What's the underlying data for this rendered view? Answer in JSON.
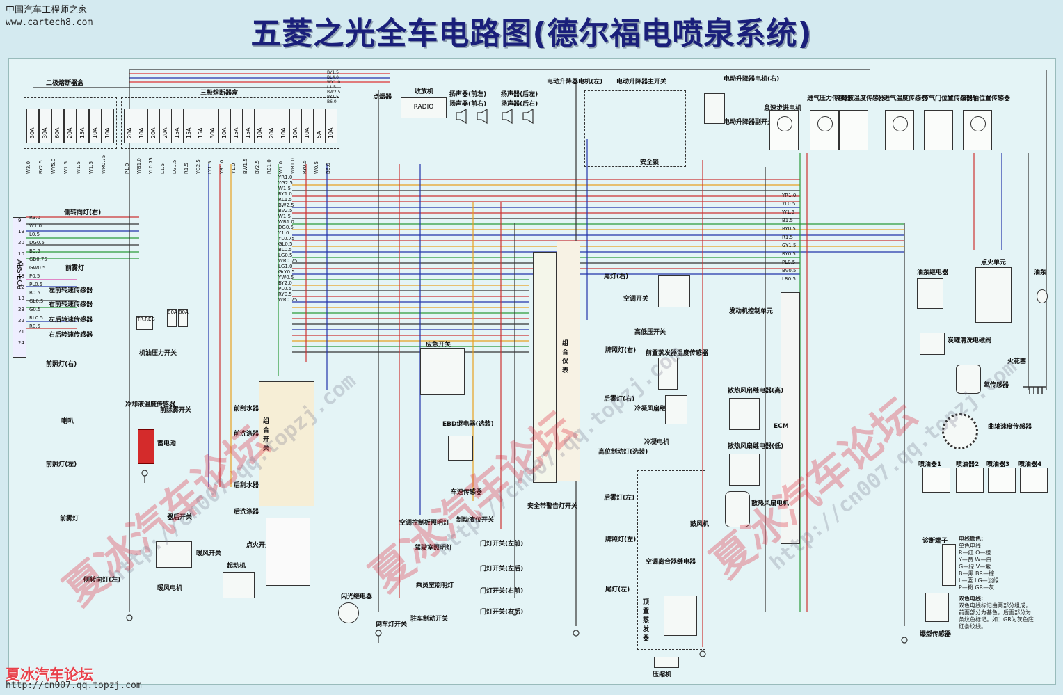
{
  "header": {
    "site_name": "中国汽车工程师之家",
    "site_url": "www.cartech8.com",
    "title": "五菱之光全车电路图(德尔福电喷泉系统)"
  },
  "footer": {
    "brand": "夏冰汽车论坛",
    "url": "http://cn007.qq.topzj.com"
  },
  "watermarks": {
    "brand": "夏冰汽车论坛",
    "url": "http://cn007.qq.topzj.com"
  },
  "fuse_boxes": {
    "box2_title": "二极熔断器盒",
    "box3_title": "三极熔断器盒",
    "box2_fuses": [
      "30A",
      "30A",
      "60A",
      "20A",
      "15A",
      "10A",
      "10A"
    ],
    "box3_fuses": [
      "20A",
      "10A",
      "20A",
      "20A",
      "15A",
      "15A",
      "15A",
      "30A",
      "10A",
      "15A",
      "15A",
      "10A",
      "20A",
      "10A",
      "10A",
      "10A",
      "5A",
      "10A"
    ],
    "box2_wires": [
      "W3.0",
      "BY2.5",
      "WY5.0",
      "W1.5",
      "W1.5",
      "W1.5",
      "WR0.75"
    ],
    "box3_wires": [
      "P1.0",
      "WB1.0",
      "YL0.75",
      "L1.5",
      "LG1.5",
      "R1.5",
      "YG2.5",
      "LY1.5",
      "YR1.0",
      "Y1.0",
      "BW1.5",
      "BY2.5",
      "RB1.0",
      "W1.0",
      "WB1.0",
      "RY0.5",
      "W0.5",
      "B6.0"
    ],
    "top_wires": [
      "BY1.5",
      "BL4.0",
      "WY1.0",
      "L1.5",
      "BW2.5",
      "BY1.5",
      "B6.0"
    ]
  },
  "components": {
    "abs_ecu": "ABS·ECU",
    "side_turn_right": "侧转向灯(右)",
    "side_turn_left": "侧转向灯(左)",
    "front_fog": "前雾灯",
    "speed_sensor_fl": "左前转速传感器",
    "speed_sensor_fr": "右前转速传感器",
    "speed_sensor_rl": "左后转速传感器",
    "speed_sensor_rr": "右后转速传感器",
    "headlamp_right": "前照灯(右)",
    "headlamp_left": "前照灯(左)",
    "horn": "喇叭",
    "battery": "蓄电池",
    "coolant_temp": "冷却液温度传感器",
    "oil_pressure": "机油压力开关",
    "tr_reg": "TR.REG",
    "fuse_80a_1": "80A",
    "fuse_80a_2": "80A",
    "front_wiper_motor": "前刮水器",
    "rear_wiper_motor": "后刮水器",
    "front_washer": "前洗涤器",
    "rear_washer": "后洗涤器",
    "front_defog_switch": "前除雾开关",
    "rear_defog_switch": "器后开关",
    "heater_switch": "暖风开关",
    "heater_motor": "暖风电机",
    "starter": "起动机",
    "ignition_switch": "点火开关",
    "combo_switch": "组合开关",
    "cigarette_lighter": "点烟器",
    "radio": "收放机",
    "radio_label": "RADIO",
    "speaker_fl": "扬声器(前左)",
    "speaker_fr": "扬声器(前右)",
    "speaker_rl": "扬声器(后左)",
    "speaker_rr": "扬声器(后右)",
    "emergency_switch": "应急开关",
    "ebd_relay": "EBD继电器(选装)",
    "speed_sensor": "车速传感器",
    "ac_panel_light": "空调控制板照明灯",
    "brake_fluid_switch": "制动液位开关",
    "seatbelt_switch": "安全带警告灯开关",
    "driver_room_light": "驾驶室照明灯",
    "cargo_room_light": "乘员室照明灯",
    "door_switch_fl": "门灯开关(左前)",
    "door_switch_rl": "门灯开关(左后)",
    "door_switch_fr": "门灯开关(右前)",
    "door_switch_rr": "门灯开关(右后)",
    "flasher_relay": "闪光继电器",
    "reverse_switch": "倒车灯开关",
    "parking_brake_switch": "驻车制动开关",
    "instrument_cluster": "组合仪表",
    "window_motor_left": "电动升降器电机(左)",
    "window_main_switch": "电动升降器主开关",
    "window_motor_right": "电动升降器电机(右)",
    "window_sub_switch": "电动升降器副开关",
    "safety_lock": "安全锁",
    "tail_light_right": "尾灯(右)",
    "tail_light_left": "尾灯(左)",
    "plate_light_right": "牌照灯(右)",
    "plate_light_left": "牌照灯(左)",
    "rear_fog_right": "后雾灯(右)",
    "rear_fog_left": "后雾灯(左)",
    "high_brake_light": "高位制动灯(选装)",
    "ac_switch": "空调开关",
    "high_pressure_switch": "高低压开关",
    "evaporator_temp_sensor": "前置蒸发器温度传感器",
    "condenser_fan_relay": "冷凝风扇继电器",
    "condenser_fan_motor": "冷凝电机",
    "blower_motor": "鼓风机",
    "ac_clutch_relay": "空调离合器继电器",
    "compressor": "压缩机",
    "evaporator": "顶置蒸发器",
    "engine_ecu": "发动机控制单元",
    "ecm": "ECM",
    "idle_stepper": "怠速步进电机",
    "map_sensor": "进气压力传感器",
    "coolant_sensor": "冷却液温度传感器",
    "iat_sensor": "进气温度传感器",
    "tps_sensor": "节气门位置传感器",
    "cam_sensor": "凸轮轴位置传感器",
    "ignition_unit": "点火单元",
    "fuel_pump": "油泵",
    "fuel_pump_relay": "油泵继电器",
    "canister_valve": "炭罐清洗电磁阀",
    "spark_plug": "火花塞",
    "o2_sensor": "氧传感器",
    "crank_sensor": "曲轴速度传感器",
    "injector_1": "喷油器1",
    "injector_2": "喷油器2",
    "injector_3": "喷油器3",
    "injector_4": "喷油器4",
    "radiator_fan_relay_high": "散热风扇继电器(高)",
    "radiator_fan_relay_low": "散热风扇继电器(低)",
    "radiator_fan_motor": "散热风扇电机",
    "diagnostic_connector": "诊断端子",
    "knock_sensor": "爆燃传感器"
  },
  "legend": {
    "title": "电线颜色:",
    "single_title": "单色电线",
    "rows": [
      "R—红  O—橙",
      "Y—黄  W—白",
      "G—绿  V—紫",
      "B—黑  BR—棕",
      "L—蓝  LG—淡绿",
      "P—粉  GR—灰"
    ],
    "note_title": "双色电线:",
    "note": "双色电线标记由两部分组成，前面部分为基色，后面部分为条纹色标记。如：GR为灰色底红条纹线。"
  },
  "harness_wires": {
    "center_bundle": [
      "YR1.0",
      "YG2.5",
      "W1.5",
      "RY1.0",
      "RL1.5",
      "BW2.5",
      "BV2.5",
      "W1.5",
      "WB1.0",
      "DG0.5",
      "Y1.0",
      "YL0.75",
      "GL0.5",
      "BL0.5",
      "LG0.5",
      "WR0.75",
      "LG1.0",
      "GrY0.5",
      "YW0.5",
      "BY2.0",
      "PL0.5",
      "RY0.5",
      "WR0.75"
    ],
    "abs_pins": [
      "R3.0",
      "W1.0",
      "L0.5",
      "DG0.5",
      "B0.5",
      "GB0.75",
      "GW0.5",
      "P0.5",
      "PL0.5",
      "B0.5",
      "GL0.5",
      "G0.5",
      "RL0.5",
      "R0.5"
    ],
    "abs_pin_numbers": [
      "9",
      "19",
      "20",
      "10",
      "11",
      "18",
      "12",
      "13",
      "23",
      "22",
      "21",
      "24"
    ],
    "ecu_wires": [
      "YR1.0",
      "YL0.5",
      "W1.5",
      "B1.5",
      "BY0.5",
      "R1.5",
      "GY1.5",
      "RY0.5",
      "PL0.5",
      "BV0.5",
      "LR0.5"
    ]
  }
}
